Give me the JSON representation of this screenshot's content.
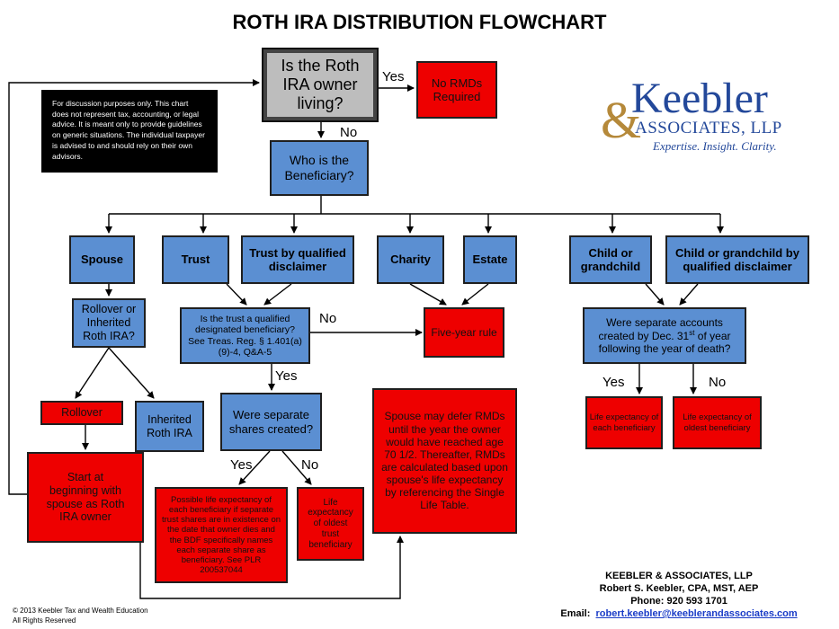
{
  "title": "ROTH IRA DISTRIBUTION FLOWCHART",
  "disclaimer": "For discussion purposes only. This chart does not represent tax, accounting, or legal advice. It is meant only to provide guidelines on generic situations. The individual taxpayer is advised to and should rely on their own advisors.",
  "logo": {
    "amp": "&",
    "name": "Keebler",
    "sub": "ASSOCIATES, LLP",
    "tagline": "Expertise. Insight. Clarity."
  },
  "nodes": {
    "owner_living": "Is the Roth IRA owner living?",
    "no_rmds": "No RMDs Required",
    "who_beneficiary": "Who is the Beneficiary?",
    "spouse": "Spouse",
    "trust": "Trust",
    "trust_disclaimer": "Trust by qualified disclaimer",
    "charity": "Charity",
    "estate": "Estate",
    "child": "Child or grandchild",
    "child_disclaimer": "Child or grandchild by qualified disclaimer",
    "rollover_or_inherited": "Rollover or Inherited Roth IRA?",
    "qualified_trust": "Is the trust a qualified designated beneficiary? See Treas. Reg. § 1.401(a)(9)-4, Q&A-5",
    "five_year": "Five-year rule",
    "separate_accounts_pre": "Were separate accounts created by Dec. 31",
    "separate_accounts_sup": "st",
    "separate_accounts_post": " of year following the year of death?",
    "rollover": "Rollover",
    "inherited_roth": "Inherited Roth IRA",
    "separate_shares": "Were separate shares created?",
    "spouse_defer": "Spouse may defer RMDs until the year the owner would have reached age 70 1/2. Thereafter, RMDs are calculated based upon spouse's life expectancy by referencing the Single Life Table.",
    "le_each_child": "Life expectancy of each beneficiary",
    "le_oldest_child": "Life expectancy of oldest beneficiary",
    "start_beginning": "Start at beginning with spouse as Roth IRA owner",
    "possible_le": "Possible life expectancy of each beneficiary if separate trust shares are in existence on the date that owner dies and the BDF specifically names each separate share as beneficiary. See PLR 200537044",
    "le_oldest_trust": "Life expectancy of oldest trust beneficiary"
  },
  "edge_labels": {
    "yes_owner": "Yes",
    "no_owner": "No",
    "no_trust": "No",
    "yes_trust": "Yes",
    "yes_shares": "Yes",
    "no_shares": "No",
    "yes_accounts": "Yes",
    "no_accounts": "No"
  },
  "contact": {
    "firm": "KEEBLER & ASSOCIATES, LLP",
    "person": "Robert S. Keebler, CPA, MST, AEP",
    "phone": "Phone:  920 593 1701",
    "email_label": "Email:",
    "email": "robert.keebler@keeblerandassociates.com"
  },
  "copyright": {
    "line1": "© 2013 Keebler Tax and Wealth Education",
    "line2": "All Rights Reserved"
  },
  "colors": {
    "blue": "#5b8fd2",
    "red": "#ee0000",
    "gray": "#bdbdbd",
    "logo_blue": "#23489a",
    "logo_gold": "#b5893a"
  }
}
